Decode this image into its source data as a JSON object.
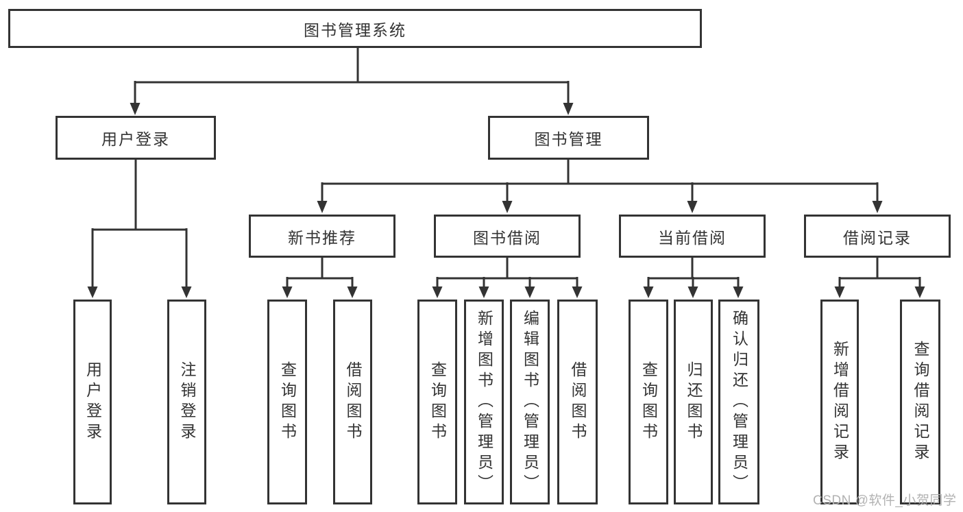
{
  "nodes": {
    "root": "图书管理系统",
    "user_login": "用户登录",
    "book_mgmt": "图书管理",
    "new_book_rec": "新书推荐",
    "book_borrow": "图书借阅",
    "current_borrow": "当前借阅",
    "borrow_records": "借阅记录",
    "leaf_user_login": "用户登录",
    "leaf_logout": "注销登录",
    "leaf_nb_query": "查询图书",
    "leaf_nb_borrow": "借阅图书",
    "leaf_bb_query": "查询图书",
    "leaf_bb_add": "新增图书（管理员）",
    "leaf_bb_edit": "编辑图书（管理员）",
    "leaf_bb_borrow": "借阅图书",
    "leaf_cb_query": "查询图书",
    "leaf_cb_return": "归还图书",
    "leaf_cb_confirm": "确认归还（管理员）",
    "leaf_br_add": "新增借阅记录",
    "leaf_br_query": "查询借阅记录"
  },
  "watermark": "CSDN @软件_小贺同学",
  "colors": {
    "line": "#333333",
    "text": "#333333",
    "background": "#ffffff",
    "watermark": "#b2b2b2"
  }
}
